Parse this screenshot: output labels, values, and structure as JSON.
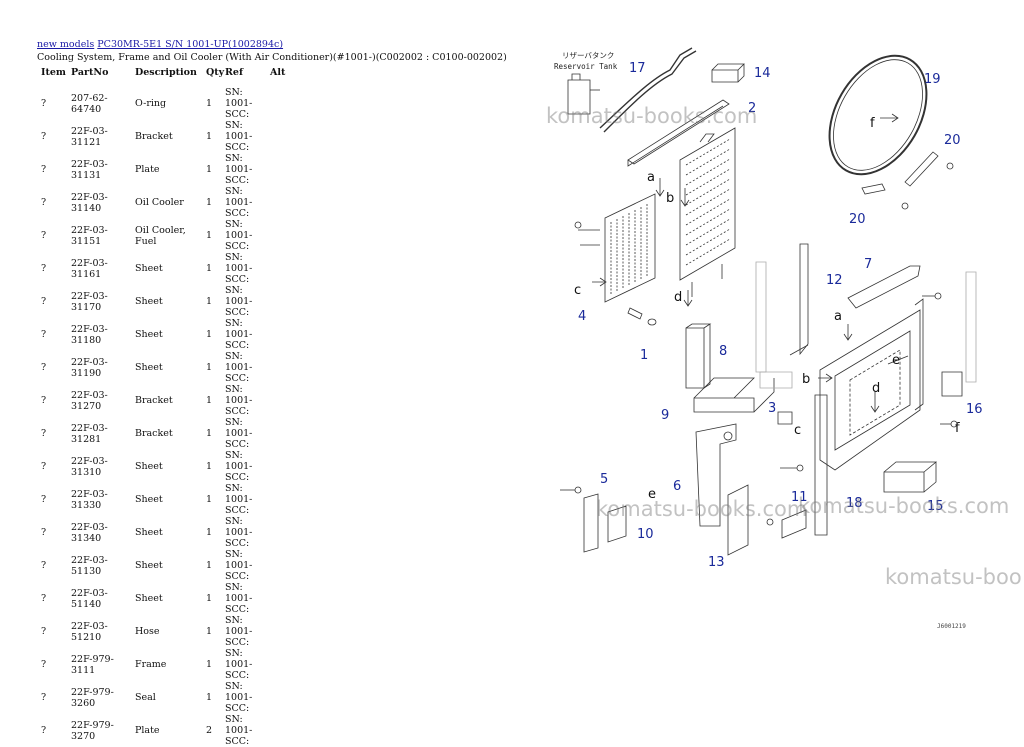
{
  "breadcrumb": {
    "link1": "new models",
    "link2": "PC30MR-5E1 S/N 1001-UP(1002894c)"
  },
  "subtitle": "Cooling System, Frame and Oil Cooler (With Air Conditioner)(#1001-)(C002002 : C0100-002002)",
  "table": {
    "headers": {
      "item": "Item",
      "partno": "PartNo",
      "description": "Description",
      "qty": "Qty",
      "ref": "Ref",
      "alt": "Alt"
    },
    "rows": [
      {
        "item": "?",
        "partno": "207-62-64740",
        "description": "O-ring",
        "qty": "1",
        "ref1": "SN: 1001-",
        "ref2": "SCC:"
      },
      {
        "item": "?",
        "partno": "22F-03-31121",
        "description": "Bracket",
        "qty": "1",
        "ref1": "SN: 1001-",
        "ref2": "SCC:"
      },
      {
        "item": "?",
        "partno": "22F-03-31131",
        "description": "Plate",
        "qty": "1",
        "ref1": "SN: 1001-",
        "ref2": "SCC:"
      },
      {
        "item": "?",
        "partno": "22F-03-31140",
        "description": "Oil Cooler",
        "qty": "1",
        "ref1": "SN: 1001-",
        "ref2": "SCC:"
      },
      {
        "item": "?",
        "partno": "22F-03-31151",
        "description": "Oil Cooler, Fuel",
        "qty": "1",
        "ref1": "SN: 1001-",
        "ref2": "SCC:"
      },
      {
        "item": "?",
        "partno": "22F-03-31161",
        "description": "Sheet",
        "qty": "1",
        "ref1": "SN: 1001-",
        "ref2": "SCC:"
      },
      {
        "item": "?",
        "partno": "22F-03-31170",
        "description": "Sheet",
        "qty": "1",
        "ref1": "SN: 1001-",
        "ref2": "SCC:"
      },
      {
        "item": "?",
        "partno": "22F-03-31180",
        "description": "Sheet",
        "qty": "1",
        "ref1": "SN: 1001-",
        "ref2": "SCC:"
      },
      {
        "item": "?",
        "partno": "22F-03-31190",
        "description": "Sheet",
        "qty": "1",
        "ref1": "SN: 1001-",
        "ref2": "SCC:"
      },
      {
        "item": "?",
        "partno": "22F-03-31270",
        "description": "Bracket",
        "qty": "1",
        "ref1": "SN: 1001-",
        "ref2": "SCC:"
      },
      {
        "item": "?",
        "partno": "22F-03-31281",
        "description": "Bracket",
        "qty": "1",
        "ref1": "SN: 1001-",
        "ref2": "SCC:"
      },
      {
        "item": "?",
        "partno": "22F-03-31310",
        "description": "Sheet",
        "qty": "1",
        "ref1": "SN: 1001-",
        "ref2": "SCC:"
      },
      {
        "item": "?",
        "partno": "22F-03-31330",
        "description": "Sheet",
        "qty": "1",
        "ref1": "SN: 1001-",
        "ref2": "SCC:"
      },
      {
        "item": "?",
        "partno": "22F-03-31340",
        "description": "Sheet",
        "qty": "1",
        "ref1": "SN: 1001-",
        "ref2": "SCC:"
      },
      {
        "item": "?",
        "partno": "22F-03-51130",
        "description": "Sheet",
        "qty": "1",
        "ref1": "SN: 1001-",
        "ref2": "SCC:"
      },
      {
        "item": "?",
        "partno": "22F-03-51140",
        "description": "Sheet",
        "qty": "1",
        "ref1": "SN: 1001-",
        "ref2": "SCC:"
      },
      {
        "item": "?",
        "partno": "22F-03-51210",
        "description": "Hose",
        "qty": "1",
        "ref1": "SN: 1001-",
        "ref2": "SCC:"
      },
      {
        "item": "?",
        "partno": "22F-979-3111",
        "description": "Frame",
        "qty": "1",
        "ref1": "SN: 1001-",
        "ref2": "SCC:"
      },
      {
        "item": "?",
        "partno": "22F-979-3260",
        "description": "Seal",
        "qty": "1",
        "ref1": "SN: 1001-",
        "ref2": "SCC:"
      },
      {
        "item": "?",
        "partno": "22F-979-3270",
        "description": "Plate",
        "qty": "2",
        "ref1": "SN: 1001-",
        "ref2": "SCC:"
      }
    ]
  },
  "diagram": {
    "tank_label_jp": "リザーバタンク",
    "tank_label_en": "Reservoir Tank",
    "callouts": [
      "1",
      "2",
      "3",
      "4",
      "5",
      "6",
      "7",
      "8",
      "9",
      "10",
      "11",
      "12",
      "13",
      "14",
      "15",
      "16",
      "17",
      "18",
      "19",
      "20",
      "20"
    ],
    "letters": [
      "a",
      "a",
      "b",
      "b",
      "c",
      "c",
      "d",
      "d",
      "e",
      "e",
      "f",
      "f"
    ],
    "drawing_code": "J6001219"
  },
  "watermark": "komatsu-books.com",
  "watermark_cut": "komatsu-boo",
  "colors": {
    "link": "#1a1aa6",
    "callout": "#1a2a9a",
    "line": "#222222",
    "watermark": "#9a9a9a"
  }
}
